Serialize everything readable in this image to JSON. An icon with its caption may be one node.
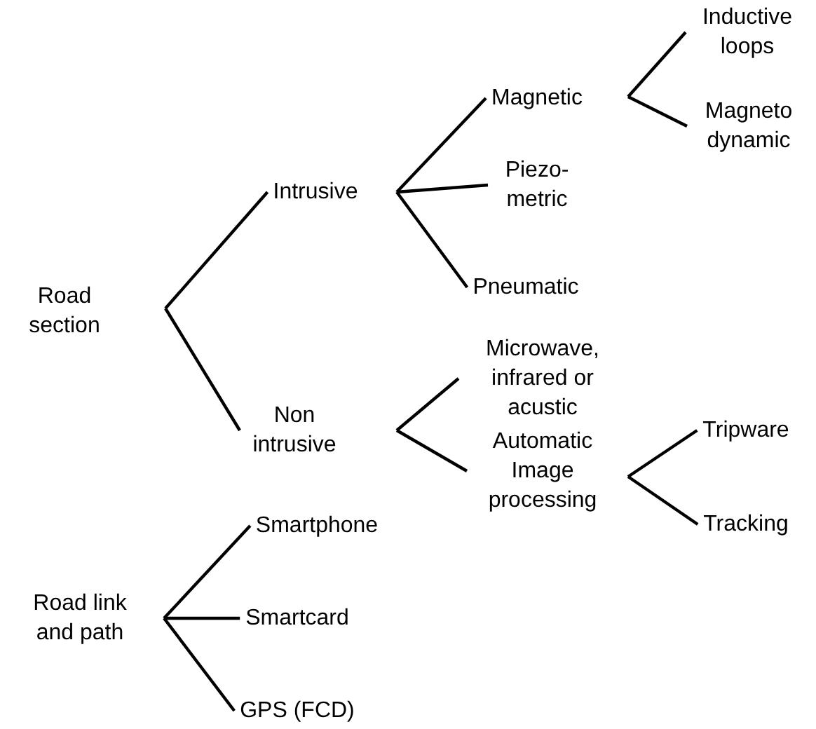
{
  "diagram": {
    "nodes": [
      {
        "text": [
          "Road section"
        ]
      },
      {
        "text": [
          "Intrusive"
        ]
      },
      {
        "text": [
          "Non intrusive"
        ]
      },
      {
        "text": [
          "Magnetic"
        ]
      },
      {
        "text": [
          "Piezo-metric"
        ]
      },
      {
        "text": [
          "Pneumatic"
        ]
      },
      {
        "text": [
          "Inductive loops"
        ]
      },
      {
        "text": [
          "Magneto dynamic"
        ]
      },
      {
        "text": [
          "Road link and path"
        ]
      },
      {
        "text": [
          "Smartphone"
        ]
      },
      {
        "text": [
          "Smartcard"
        ]
      },
      {
        "text": [
          "GPS (FCD)"
        ]
      },
      {
        "text": [
          "Microwave, infrared or acustic"
        ]
      },
      {
        "text": [
          "Automatic Image processing"
        ]
      },
      {
        "text": [
          "Tripware"
        ]
      },
      {
        "text": [
          "Tracking"
        ]
      }
    ],
    "edges": [
      {
        "from": 0,
        "to": 1,
        "arrow": "none"
      },
      {
        "from": 0,
        "to": 2,
        "arrow": "none"
      },
      {
        "from": 1,
        "to": 3,
        "arrow": "none"
      },
      {
        "from": 1,
        "to": 4,
        "arrow": "none"
      },
      {
        "from": 1,
        "to": 5,
        "arrow": "none"
      },
      {
        "from": 3,
        "to": 6,
        "arrow": "none"
      },
      {
        "from": 3,
        "to": 7,
        "arrow": "none"
      },
      {
        "from": 2,
        "to": 12,
        "arrow": "none"
      },
      {
        "from": 2,
        "to": 13,
        "arrow": "none"
      },
      {
        "from": 13,
        "to": 14,
        "arrow": "none"
      },
      {
        "from": 13,
        "to": 15,
        "arrow": "none"
      },
      {
        "from": 8,
        "to": 9,
        "arrow": "none"
      },
      {
        "from": 8,
        "to": 10,
        "arrow": "none"
      },
      {
        "from": 8,
        "to": 11,
        "arrow": "none"
      }
    ]
  }
}
